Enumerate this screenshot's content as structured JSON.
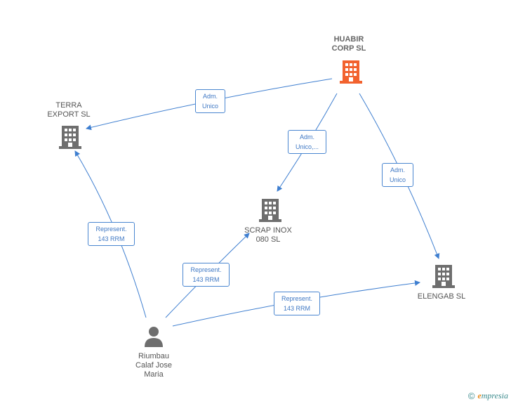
{
  "colors": {
    "edge": "#3f7fd0",
    "building": "#6e6e6e",
    "building_main": "#f2622e",
    "person": "#6e6e6e"
  },
  "nodes": {
    "huabir": {
      "label": "HUABIR\nCORP SL",
      "icon": "building-icon"
    },
    "terra": {
      "label": "TERRA\nEXPORT SL",
      "icon": "building-icon"
    },
    "scrap": {
      "label": "SCRAP INOX\n080  SL",
      "icon": "building-icon"
    },
    "elengab": {
      "label": "ELENGAB SL",
      "icon": "building-icon"
    },
    "riumbau": {
      "label": "Riumbau\nCalaf Jose\nMaria",
      "icon": "person-icon"
    }
  },
  "edges": {
    "huabir_terra": "Adm.\nUnico",
    "huabir_scrap": "Adm.\nUnico,...",
    "huabir_elengab": "Adm.\nUnico",
    "riumbau_terra": "Represent.\n143 RRM",
    "riumbau_scrap": "Represent.\n143 RRM",
    "riumbau_elengab": "Represent.\n143 RRM"
  },
  "footer": {
    "copyright": "©",
    "brand_initial": "e",
    "brand_rest": "mpresia"
  }
}
